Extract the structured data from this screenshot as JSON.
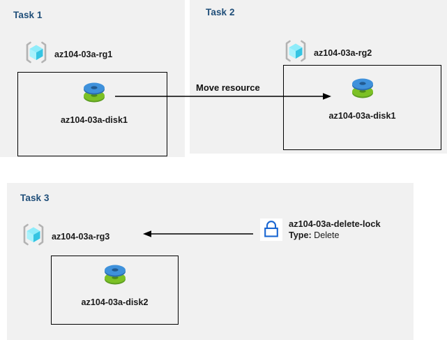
{
  "diagram": {
    "title": "Azure resource group tasks diagram",
    "colors": {
      "panel_background": "#f1f1f1",
      "page_background": "#ffffff",
      "heading": "#1f4e79",
      "text": "#1a1a1a",
      "arrow": "#000000",
      "box_border": "#000000",
      "cube_light": "#7fe9f7",
      "cube_mid": "#9ff0fb",
      "cube_dark": "#2fc4e0",
      "bracket": "#b3b3b3",
      "disk_blue": "#3d8fd8",
      "disk_green": "#73b723",
      "lock_blue": "#1966d2"
    }
  },
  "panels": [
    {
      "id": "task1",
      "title": "Task 1",
      "resource_group": {
        "label": "az104-03a-rg1",
        "icon": "resource-group-cube-icon"
      },
      "resource": {
        "label": "az104-03a-disk1",
        "icon": "managed-disk-icon"
      }
    },
    {
      "id": "task2",
      "title": "Task 2",
      "resource_group": {
        "label": "az104-03a-rg2",
        "icon": "resource-group-cube-icon"
      },
      "resource": {
        "label": "az104-03a-disk1",
        "icon": "managed-disk-icon"
      }
    },
    {
      "id": "task3",
      "title": "Task 3",
      "resource_group": {
        "label": "az104-03a-rg3",
        "icon": "resource-group-cube-icon"
      },
      "resource": {
        "label": "az104-03a-disk2",
        "icon": "managed-disk-icon"
      }
    }
  ],
  "connectors": {
    "move": {
      "label": "Move resource",
      "direction": "right",
      "icon": "arrow-right-icon"
    },
    "lock": {
      "direction": "left",
      "icon": "arrow-left-icon"
    }
  },
  "lock": {
    "icon": "padlock-icon",
    "name": "az104-03a-delete-lock",
    "type_label": "Type:",
    "type_value": "Delete"
  }
}
